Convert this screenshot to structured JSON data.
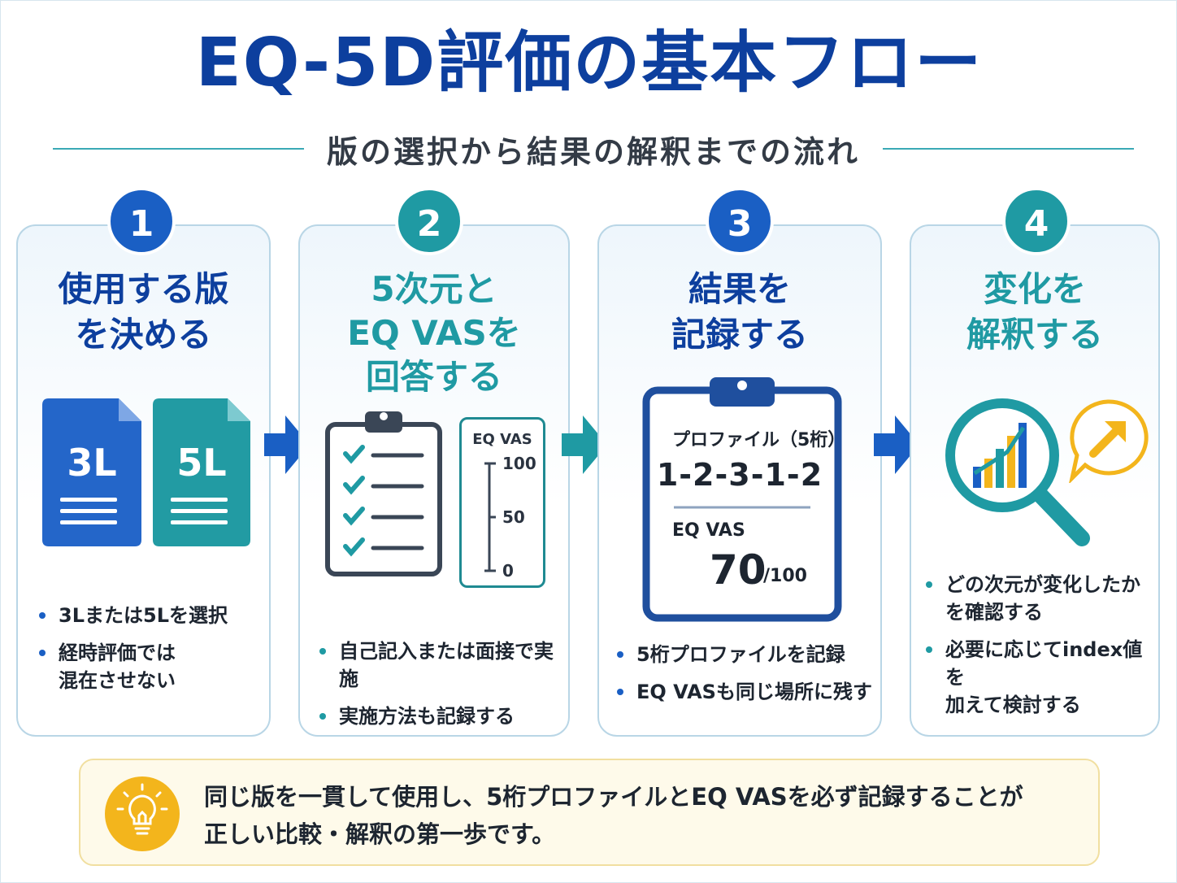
{
  "header": {
    "title": "EQ-5D評価の基本フロー",
    "subtitle": "版の選択から結果の解釈までの流れ"
  },
  "steps": [
    {
      "number": "1",
      "title_lines": [
        "使用する版",
        "を決める"
      ],
      "doc_labels": [
        "3L",
        "5L"
      ],
      "bullets": [
        "3Lまたは5Lを選択",
        "経時評価では",
        "混在させない"
      ]
    },
    {
      "number": "2",
      "title_lines": [
        "5次元と",
        "EQ VASを",
        "回答する"
      ],
      "vas": {
        "title": "EQ VAS",
        "ticks": [
          "100",
          "50",
          "0"
        ]
      },
      "bullets": [
        "自己記入または面接で実施",
        "実施方法も記録する"
      ]
    },
    {
      "number": "3",
      "title_lines": [
        "結果を",
        "記録する"
      ],
      "profile_label": "プロファイル（5桁）",
      "profile_value": "1-2-3-1-2",
      "vas_label": "EQ VAS",
      "vas_value": "70",
      "vas_max": "/100",
      "bullets": [
        "5桁プロファイルを記録",
        "EQ VASも同じ場所に残す"
      ]
    },
    {
      "number": "4",
      "title_lines": [
        "変化を",
        "解釈する"
      ],
      "bullets": [
        "どの次元が変化したか",
        "を確認する",
        "必要に応じてindex値を",
        "加えて検討する"
      ]
    }
  ],
  "tip": {
    "icon": "lightbulb-icon",
    "line1": "同じ版を一貫して使用し、5桁プロファイルとEQ VASを必ず記録することが",
    "line2": "正しい比較・解釈の第一歩です。"
  },
  "colors": {
    "navy": "#0d3f9e",
    "blue": "#1a5fc4",
    "teal": "#1f9aa3",
    "yellow": "#f3b51c"
  }
}
